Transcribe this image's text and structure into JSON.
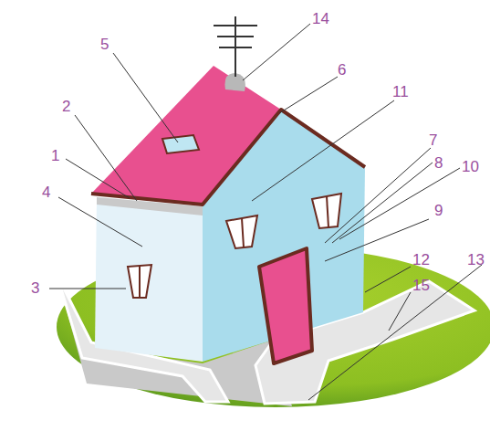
{
  "diagram": {
    "labels": [
      "14",
      "5",
      "6",
      "2",
      "11",
      "1",
      "4",
      "7",
      "8",
      "10",
      "9",
      "3",
      "12",
      "15",
      "13"
    ]
  }
}
